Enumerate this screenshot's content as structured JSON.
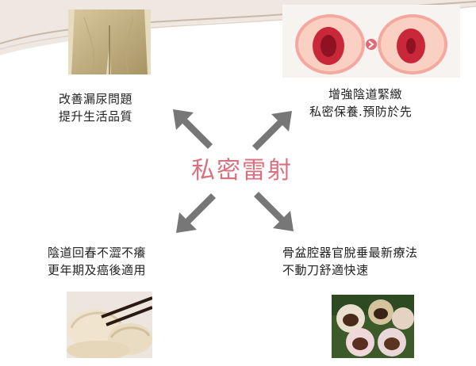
{
  "center": {
    "title": "私密雷射"
  },
  "panels": {
    "top_left": {
      "line1": "改善漏尿問題",
      "line2": "提升生活品質",
      "photo_icon": "garment-photo-icon"
    },
    "top_right": {
      "line1": "增強陰道緊緻",
      "line2": "私密保養.預防於先",
      "photo_icon": "peach-before-after-icon"
    },
    "bottom_left": {
      "line1": "陰道回春不澀不癢",
      "line2": "更年期及癌後適用",
      "photo_icon": "dumplings-photo-icon"
    },
    "bottom_right": {
      "line1": "骨盆腔器官脫垂最新療法",
      "line2": "不動刀舒適快速",
      "photo_icon": "mochi-photo-icon"
    }
  },
  "colors": {
    "title": "#d9707e",
    "arrow": "#777777",
    "swoosh": "#c9b8a8",
    "text": "#222222"
  }
}
